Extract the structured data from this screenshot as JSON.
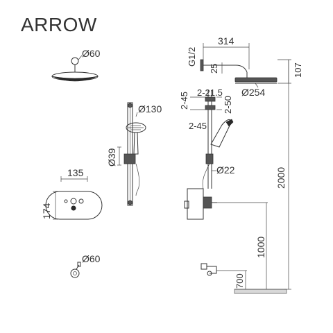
{
  "brand": "ARROW",
  "dimensions": {
    "head_flange_dia": "Ø60",
    "arm_length": "314",
    "thread": "G1/2",
    "arm_drop": "25",
    "head_height": "107",
    "head_dia": "Ø254",
    "bracket_a": "2-45",
    "bracket_b": "2-21.5",
    "bracket_c": "2-50",
    "bracket_d": "2-45",
    "hand_shower_dia": "Ø130",
    "slider_dia": "Ø39",
    "rail_dia": "Ø22",
    "valve_width": "135",
    "valve_height": "174",
    "total_height": "2000",
    "valve_floor_height": "1000",
    "outlet_floor_height": "700",
    "outlet_flange_dia": "Ø60"
  }
}
